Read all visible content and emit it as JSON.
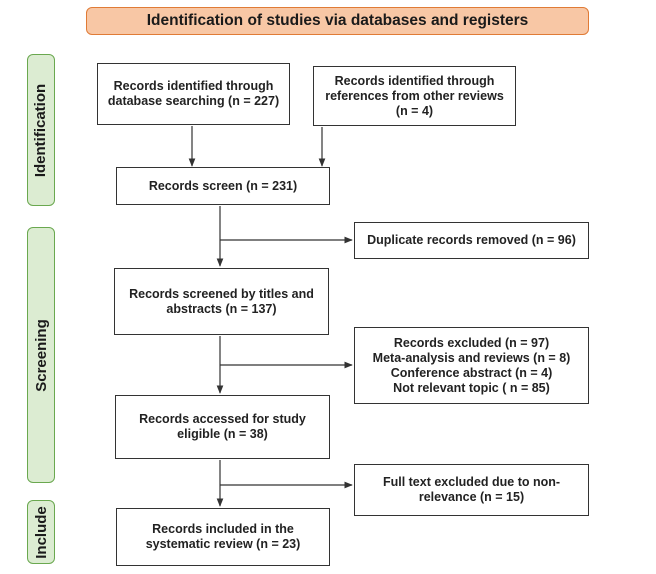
{
  "header": {
    "title": "Identification of studies via databases and registers"
  },
  "phases": {
    "identification": "Identification",
    "screening": "Screening",
    "include": "Include"
  },
  "boxes": {
    "db_search": "Records identified through\ndatabase searching (n = 227)",
    "other_reviews": "Records identified through\nreferences from other reviews\n(n = 4)",
    "records_screen": "Records screen (n = 231)",
    "duplicates_removed": "Duplicate records removed (n = 96)",
    "screened_titles": "Records screened by titles and\nabstracts (n = 137)",
    "excluded": "Records excluded (n = 97)\nMeta-analysis and reviews (n = 8)\nConference abstract (n = 4)\nNot relevant topic ( n = 85)",
    "assessed": "Records accessed for study\neligible (n = 38)",
    "fulltext_excluded": "Full text excluded due to non-\nrelevance (n = 15)",
    "included": "Records included in the\nsystematic review (n = 23)"
  },
  "colors": {
    "header_fill": "#f8c7a5",
    "header_border": "#e07b36",
    "phase_fill": "#dcecd2",
    "phase_border": "#6aa84f"
  }
}
